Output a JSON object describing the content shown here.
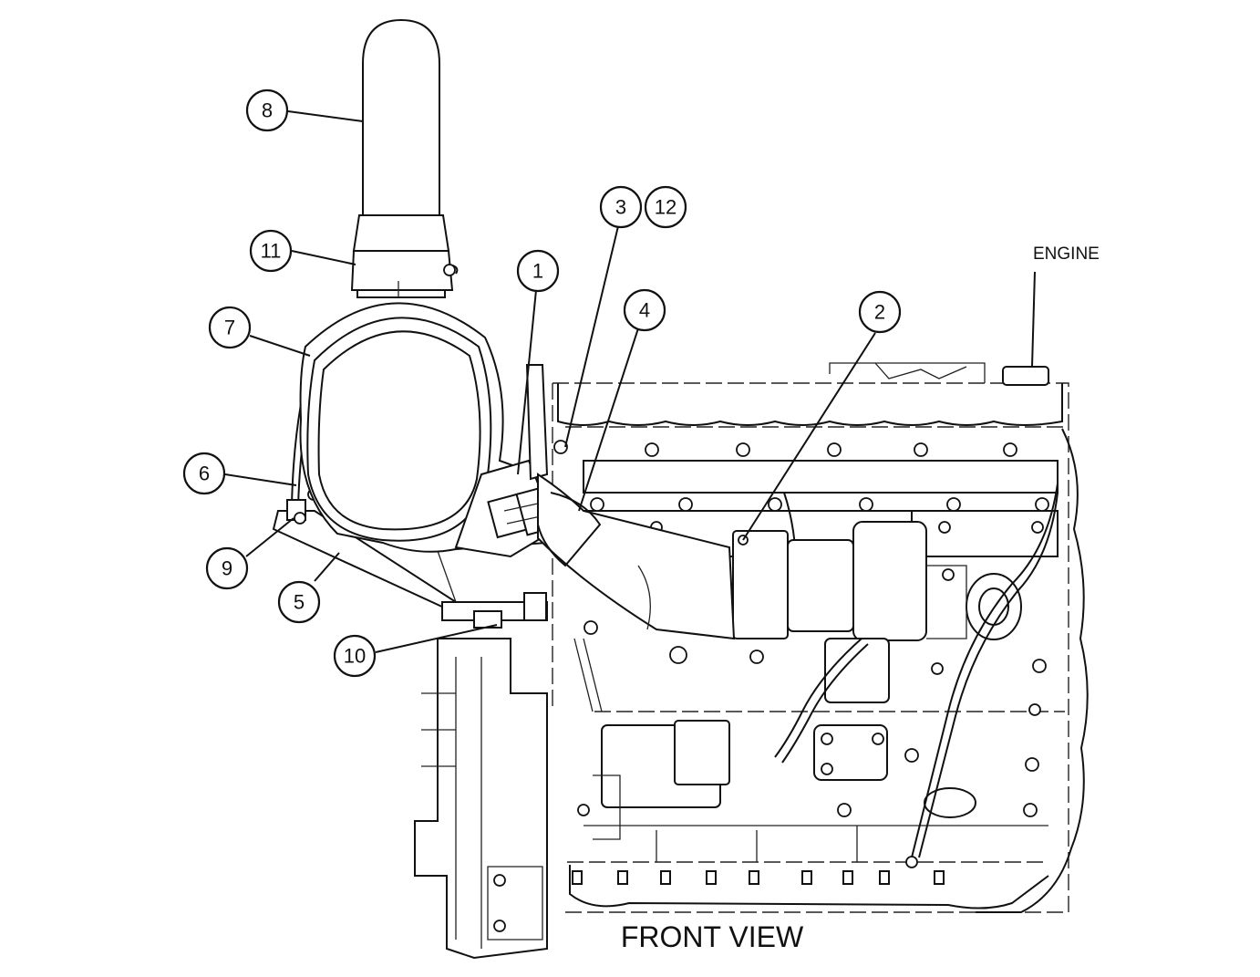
{
  "diagram": {
    "callouts": [
      "1",
      "2",
      "3",
      "4",
      "5",
      "6",
      "7",
      "8",
      "9",
      "10",
      "11",
      "12"
    ],
    "engine_label": "ENGINE",
    "view_caption": "FRONT VIEW"
  }
}
